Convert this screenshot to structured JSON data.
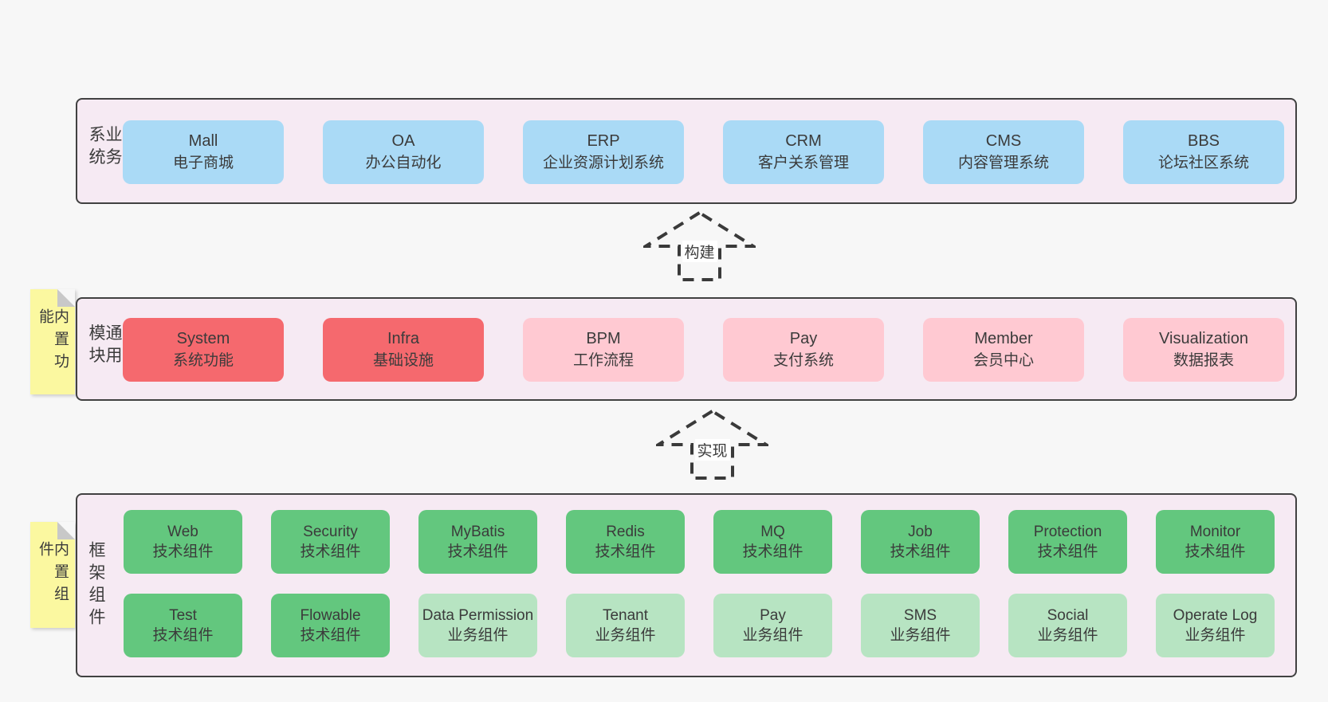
{
  "arrows": {
    "build": "构建",
    "implement": "实现"
  },
  "business": {
    "label": "业务系统",
    "boxes": [
      {
        "title": "Mall",
        "subtitle": "电子商城"
      },
      {
        "title": "OA",
        "subtitle": "办公自动化"
      },
      {
        "title": "ERP",
        "subtitle": "企业资源计划系统"
      },
      {
        "title": "CRM",
        "subtitle": "客户关系管理"
      },
      {
        "title": "CMS",
        "subtitle": "内容管理系统"
      },
      {
        "title": "BBS",
        "subtitle": "论坛社区系统"
      }
    ]
  },
  "modules": {
    "label": "通用模块",
    "sticky": "内置功能",
    "boxes": [
      {
        "title": "System",
        "subtitle": "系统功能",
        "tone": "strong"
      },
      {
        "title": "Infra",
        "subtitle": "基础设施",
        "tone": "strong"
      },
      {
        "title": "BPM",
        "subtitle": "工作流程",
        "tone": "soft"
      },
      {
        "title": "Pay",
        "subtitle": "支付系统",
        "tone": "soft"
      },
      {
        "title": "Member",
        "subtitle": "会员中心",
        "tone": "soft"
      },
      {
        "title": "Visualization",
        "subtitle": "数据报表",
        "tone": "soft"
      }
    ]
  },
  "components": {
    "label": "框架组件",
    "sticky": "内置组件",
    "row1": [
      {
        "title": "Web",
        "subtitle": "技术组件",
        "tone": "strong"
      },
      {
        "title": "Security",
        "subtitle": "技术组件",
        "tone": "strong"
      },
      {
        "title": "MyBatis",
        "subtitle": "技术组件",
        "tone": "strong"
      },
      {
        "title": "Redis",
        "subtitle": "技术组件",
        "tone": "strong"
      },
      {
        "title": "MQ",
        "subtitle": "技术组件",
        "tone": "strong"
      },
      {
        "title": "Job",
        "subtitle": "技术组件",
        "tone": "strong"
      },
      {
        "title": "Protection",
        "subtitle": "技术组件",
        "tone": "strong"
      },
      {
        "title": "Monitor",
        "subtitle": "技术组件",
        "tone": "strong"
      }
    ],
    "row2": [
      {
        "title": "Test",
        "subtitle": "技术组件",
        "tone": "strong"
      },
      {
        "title": "Flowable",
        "subtitle": "技术组件",
        "tone": "strong"
      },
      {
        "title": "Data Permission",
        "subtitle": "业务组件",
        "tone": "soft"
      },
      {
        "title": "Tenant",
        "subtitle": "业务组件",
        "tone": "soft"
      },
      {
        "title": "Pay",
        "subtitle": "业务组件",
        "tone": "soft"
      },
      {
        "title": "SMS",
        "subtitle": "业务组件",
        "tone": "soft"
      },
      {
        "title": "Social",
        "subtitle": "业务组件",
        "tone": "soft"
      },
      {
        "title": "Operate Log",
        "subtitle": "业务组件",
        "tone": "soft"
      }
    ]
  },
  "colors": {
    "page_bg": "#f7f7f7",
    "panel_bg": "#f6eaf3",
    "panel_border": "#414141",
    "blue": "#aadaf6",
    "red": "#f5696e",
    "pink": "#ffc9d2",
    "green": "#63c77e",
    "light_green": "#b7e4c2",
    "sticky_yellow": "#fbf8a0",
    "sticky_fold": "#c8c8c8",
    "text": "#3b3b3b"
  }
}
